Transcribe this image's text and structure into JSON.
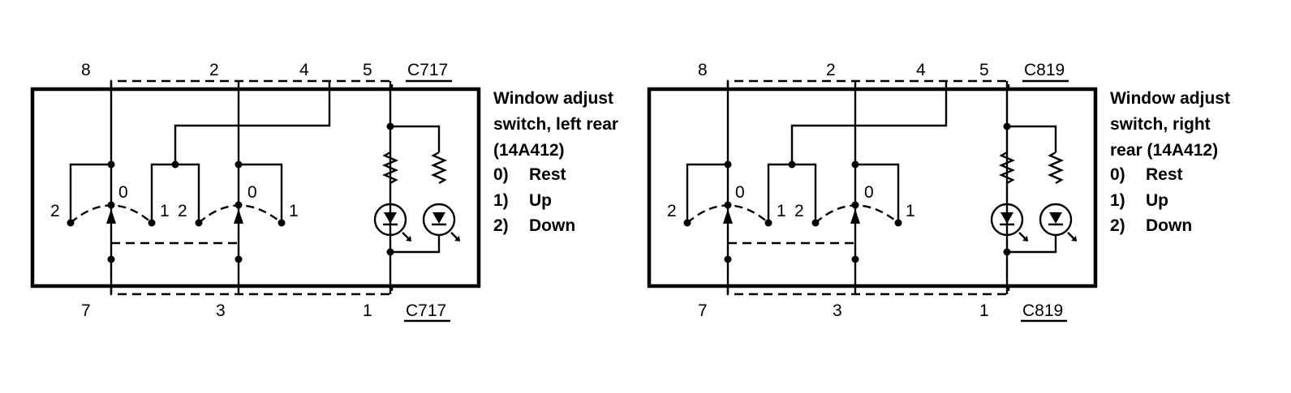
{
  "diagrams": [
    {
      "connector_top": "C717",
      "connector_bottom": "C717",
      "top_pins": [
        "8",
        "2",
        "4",
        "5"
      ],
      "bottom_pins": [
        "7",
        "3",
        "1"
      ],
      "switch_positions": [
        "2",
        "0",
        "1",
        "2",
        "0",
        "1"
      ],
      "description": [
        "Window adjust",
        "switch, left rear",
        "(14A412)"
      ],
      "legend": [
        {
          "num": "0)",
          "label": "Rest"
        },
        {
          "num": "1)",
          "label": "Up"
        },
        {
          "num": "2)",
          "label": "Down"
        }
      ]
    },
    {
      "connector_top": "C819",
      "connector_bottom": "C819",
      "top_pins": [
        "8",
        "2",
        "4",
        "5"
      ],
      "bottom_pins": [
        "7",
        "3",
        "1"
      ],
      "switch_positions": [
        "2",
        "0",
        "1",
        "2",
        "0",
        "1"
      ],
      "description": [
        "Window adjust",
        "switch, right",
        "rear (14A412)"
      ],
      "legend": [
        {
          "num": "0)",
          "label": "Rest"
        },
        {
          "num": "1)",
          "label": "Up"
        },
        {
          "num": "2)",
          "label": "Down"
        }
      ]
    }
  ]
}
